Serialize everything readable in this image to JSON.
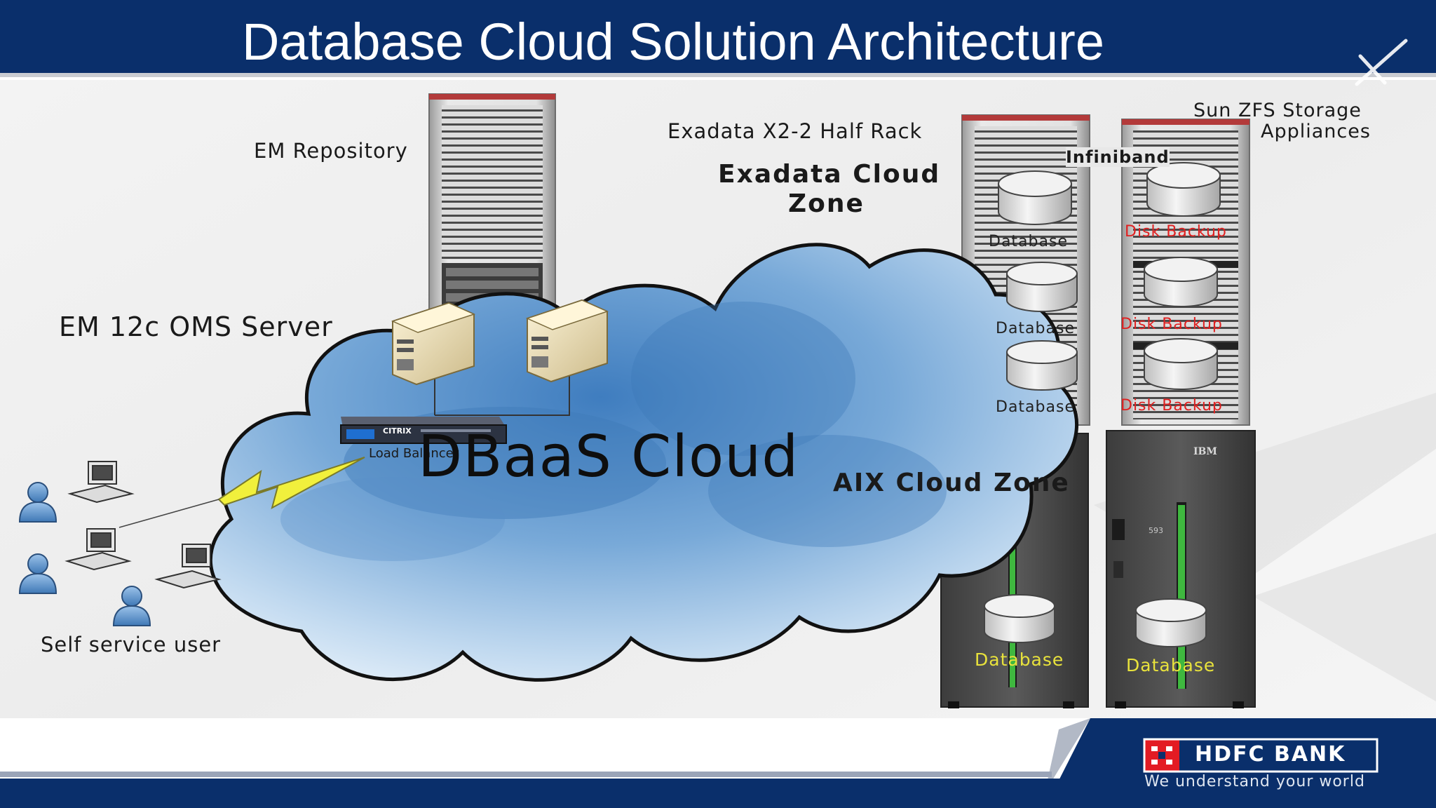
{
  "slide": {
    "title": "Database Cloud Solution Architecture"
  },
  "labels": {
    "em_repository": "EM Repository",
    "em_oms_server": "EM 12c OMS Server",
    "exadata_rack": "Exadata X2-2 Half Rack",
    "exadata_zone_line1": "Exadata  Cloud",
    "exadata_zone_line2": "Zone",
    "infiniband": "Infiniband",
    "sun_zfs_line1": "Sun ZFS Storage",
    "sun_zfs_line2": "Appliances",
    "load_balancer": "Load Balancer",
    "citrix": "CITRIX",
    "dbaas_cloud": "DBaaS Cloud",
    "aix_cloud_zone": "AIX  Cloud Zone",
    "self_service_user": "Self service user",
    "ibm": "IBM",
    "ibm_model": "593",
    "exadata_databases": [
      "Database",
      "Database",
      "Database"
    ],
    "disk_backups": [
      "Disk Backup",
      "Disk Backup",
      "Disk Backup"
    ],
    "aix_databases": [
      "Database",
      "Database"
    ]
  },
  "brand": {
    "name": "HDFC BANK",
    "tagline": "We understand your world"
  },
  "colors": {
    "header_navy": "#0a2f6b",
    "cloud_blue": "#4f86c0",
    "disk_backup_red": "#e02020",
    "aix_db_yellow": "#e8e23c"
  }
}
